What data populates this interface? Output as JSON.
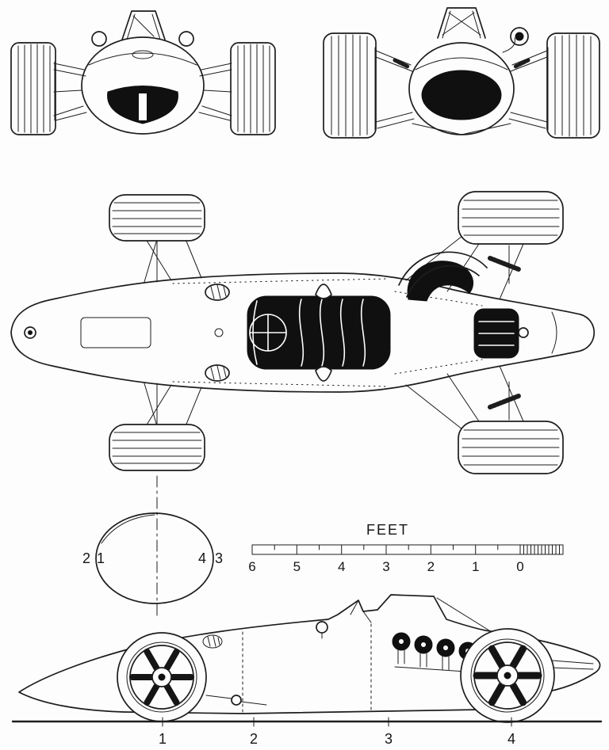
{
  "page": {
    "background_color": "#fdfdfd",
    "line_color": "#1d1d1d"
  },
  "scale_bar": {
    "title": "FEET",
    "tick_labels": [
      "6",
      "5",
      "4",
      "3",
      "2",
      "1",
      "0"
    ]
  },
  "cross_section": {
    "labels": {
      "outer_left": "2",
      "inner_left": "1",
      "inner_right": "4",
      "outer_right": "3"
    }
  },
  "side_view_stations": {
    "labels": [
      "1",
      "2",
      "3",
      "4"
    ]
  }
}
